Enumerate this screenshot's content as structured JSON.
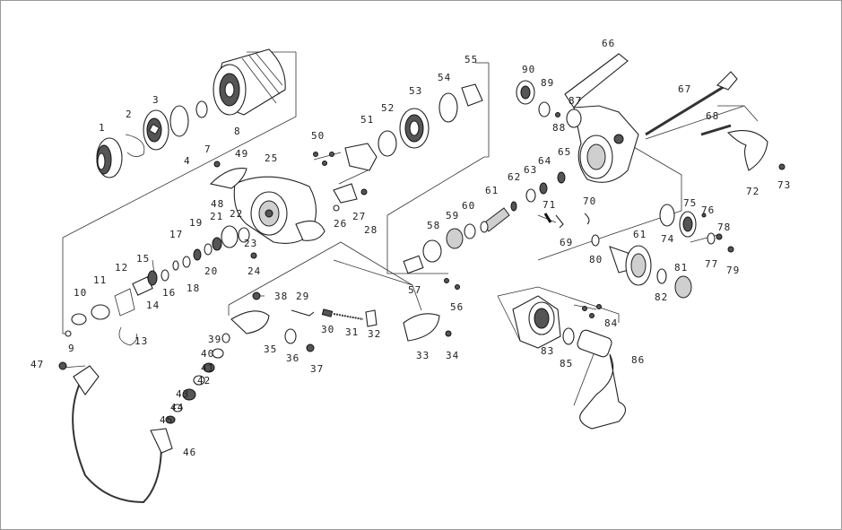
{
  "diagram": {
    "part_numbers": [
      "1",
      "2",
      "3",
      "4",
      "7",
      "8",
      "9",
      "10",
      "11",
      "12",
      "13",
      "14",
      "15",
      "16",
      "17",
      "18",
      "19",
      "20",
      "21",
      "22",
      "23",
      "24",
      "25",
      "26",
      "27",
      "28",
      "29",
      "30",
      "31",
      "32",
      "33",
      "34",
      "35",
      "36",
      "37",
      "38",
      "39",
      "40",
      "41",
      "42",
      "43",
      "44",
      "45",
      "46",
      "47",
      "48",
      "49",
      "50",
      "51",
      "52",
      "53",
      "54",
      "55",
      "56",
      "57",
      "58",
      "59",
      "60",
      "61",
      "61",
      "62",
      "63",
      "64",
      "65",
      "66",
      "67",
      "68",
      "69",
      "70",
      "71",
      "72",
      "73",
      "74",
      "75",
      "76",
      "77",
      "78",
      "79",
      "80",
      "81",
      "82",
      "83",
      "84",
      "85",
      "86",
      "87",
      "88",
      "89",
      "90"
    ]
  }
}
